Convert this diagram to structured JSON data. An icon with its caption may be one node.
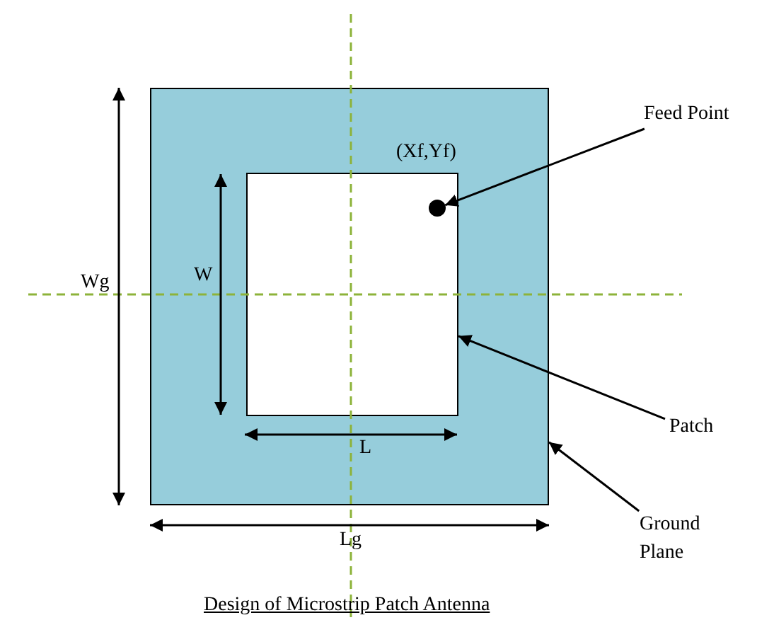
{
  "diagram": {
    "caption": "Design of Microstrip Patch Antenna",
    "nodes": [
      {
        "text": [],
        "shape": "box"
      },
      {
        "text": [],
        "shape": "box",
        "in": 0
      },
      {
        "text": [],
        "shape": "circle",
        "in": 1,
        "beside": [
          "(Xf,Yf)"
        ]
      },
      {
        "text": [
          "Feed Point"
        ]
      },
      {
        "text": [
          "Patch"
        ]
      },
      {
        "text": [
          "Ground Plane"
        ]
      }
    ],
    "edges": [
      {
        "from": 3,
        "to": 2,
        "arrow": "to"
      },
      {
        "from": 4,
        "to": 1,
        "arrow": "to"
      },
      {
        "from": 5,
        "to": 0,
        "arrow": "to"
      }
    ],
    "labels": [
      "Wg",
      "W",
      "L",
      "Lg"
    ]
  }
}
